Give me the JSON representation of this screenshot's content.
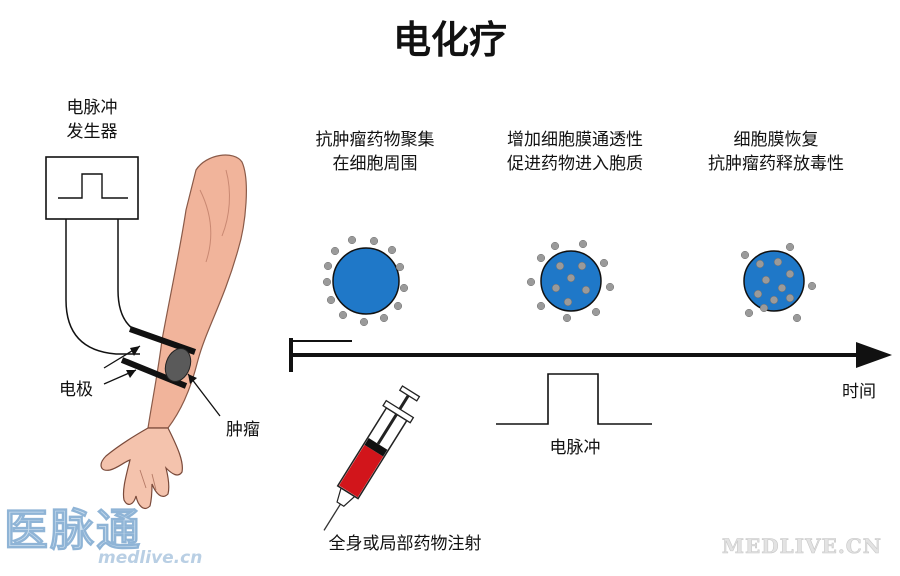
{
  "title": "电化疗",
  "generator": {
    "line1": "电脉冲",
    "line2": "发生器"
  },
  "electrode_label": "电极",
  "tumor_label": "肿瘤",
  "injection_label": "全身或局部药物注射",
  "pulse_label": "电脉冲",
  "time_label": "时间",
  "stages": [
    {
      "line1": "抗肿瘤药物聚集",
      "line2": "在细胞周围"
    },
    {
      "line1": "增加细胞膜通透性",
      "line2": "促进药物进入胞质"
    },
    {
      "line1": "细胞膜恢复",
      "line2": "抗肿瘤药释放毒性"
    }
  ],
  "watermark": {
    "logo": "医脉通",
    "url": "medlive.cn",
    "right": "MEDLIVE.CN"
  },
  "colors": {
    "cell": "#1f78c8",
    "drug": "#9a9a9a",
    "skin": "#f1b49b",
    "syringe_red": "#d2151b",
    "line": "#111111"
  }
}
